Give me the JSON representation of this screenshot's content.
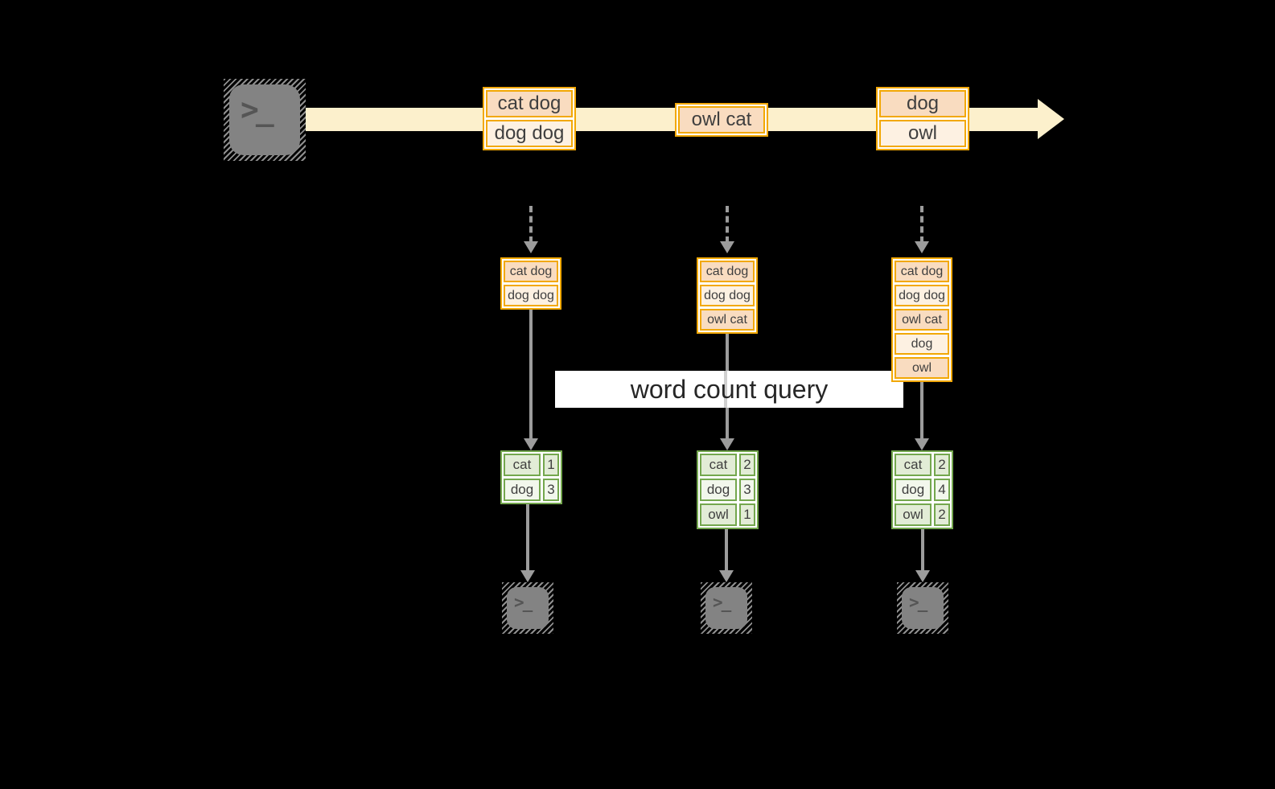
{
  "colors": {
    "bg": "#000000",
    "stream_band": "#fcf0cc",
    "orange_border": "#f2a804",
    "orange_cell_dark": "#f9dcc0",
    "orange_cell_light": "#fdf1e2",
    "green_border": "#74a74e",
    "green_cell_dark": "#e2ecd6",
    "green_cell_light": "#f2f7ec",
    "arrow_gray": "#9c9c9c",
    "arrow_gray_light": "#d0d0d0",
    "query_band_bg": "#ffffff",
    "cell_text": "#3f3f3f",
    "query_text": "#262626",
    "icon_body": "#838383",
    "icon_glyph": "#555555"
  },
  "icons": {
    "terminal_glyph": ">_"
  },
  "query": {
    "label": "word count query"
  },
  "stream": {
    "batches": [
      {
        "rows": [
          "cat dog",
          "dog dog"
        ]
      },
      {
        "rows": [
          "owl cat"
        ]
      },
      {
        "rows": [
          "dog",
          "owl"
        ]
      }
    ]
  },
  "micro_batches": [
    {
      "input_rows": [
        "cat dog",
        "dog dog"
      ],
      "counts": [
        {
          "word": "cat",
          "count": "1"
        },
        {
          "word": "dog",
          "count": "3"
        }
      ]
    },
    {
      "input_rows": [
        "cat dog",
        "dog dog",
        "owl cat"
      ],
      "counts": [
        {
          "word": "cat",
          "count": "2"
        },
        {
          "word": "dog",
          "count": "3"
        },
        {
          "word": "owl",
          "count": "1"
        }
      ]
    },
    {
      "input_rows": [
        "cat dog",
        "dog dog",
        "owl cat",
        "dog",
        "owl"
      ],
      "counts": [
        {
          "word": "cat",
          "count": "2"
        },
        {
          "word": "dog",
          "count": "4"
        },
        {
          "word": "owl",
          "count": "2"
        }
      ]
    }
  ]
}
